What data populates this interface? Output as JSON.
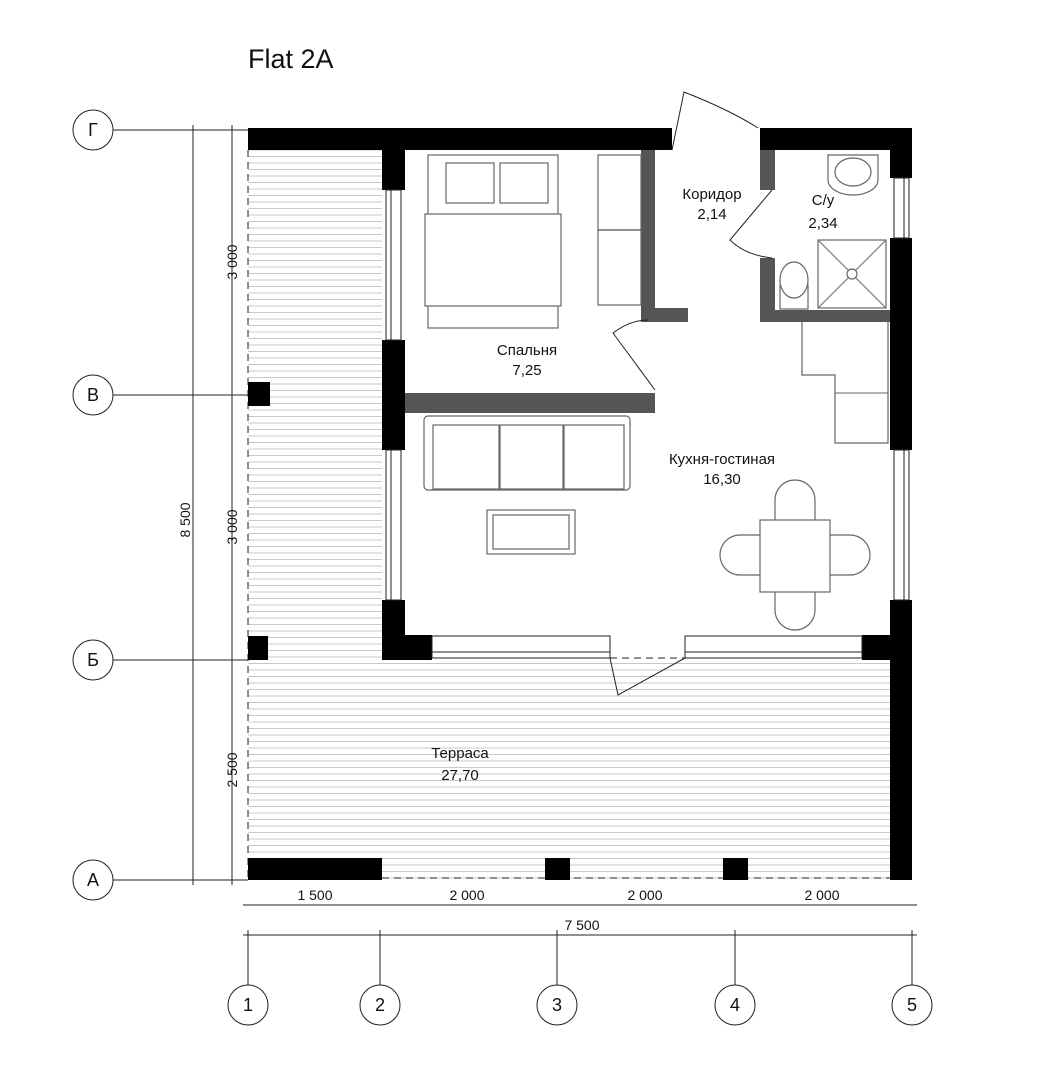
{
  "title": "Flat 2A",
  "rooms": {
    "corridor": {
      "name": "Коридор",
      "area": "2,14"
    },
    "bathroom": {
      "name": "С/у",
      "area": "2,34"
    },
    "bedroom": {
      "name": "Спальня",
      "area": "7,25"
    },
    "living": {
      "name": "Кухня-гостиная",
      "area": "16,30"
    },
    "terrace": {
      "name": "Терраса",
      "area": "27,70"
    }
  },
  "axes": {
    "rows": [
      "Г",
      "В",
      "Б",
      "А"
    ],
    "columns": [
      "1",
      "2",
      "3",
      "4",
      "5"
    ]
  },
  "dimensions": {
    "vertical_total": "8 500",
    "vertical": [
      "3 000",
      "3 000",
      "2 500"
    ],
    "horizontal": [
      "1 500",
      "2 000",
      "2 000",
      "2 000"
    ],
    "horizontal_total": "7 500"
  }
}
